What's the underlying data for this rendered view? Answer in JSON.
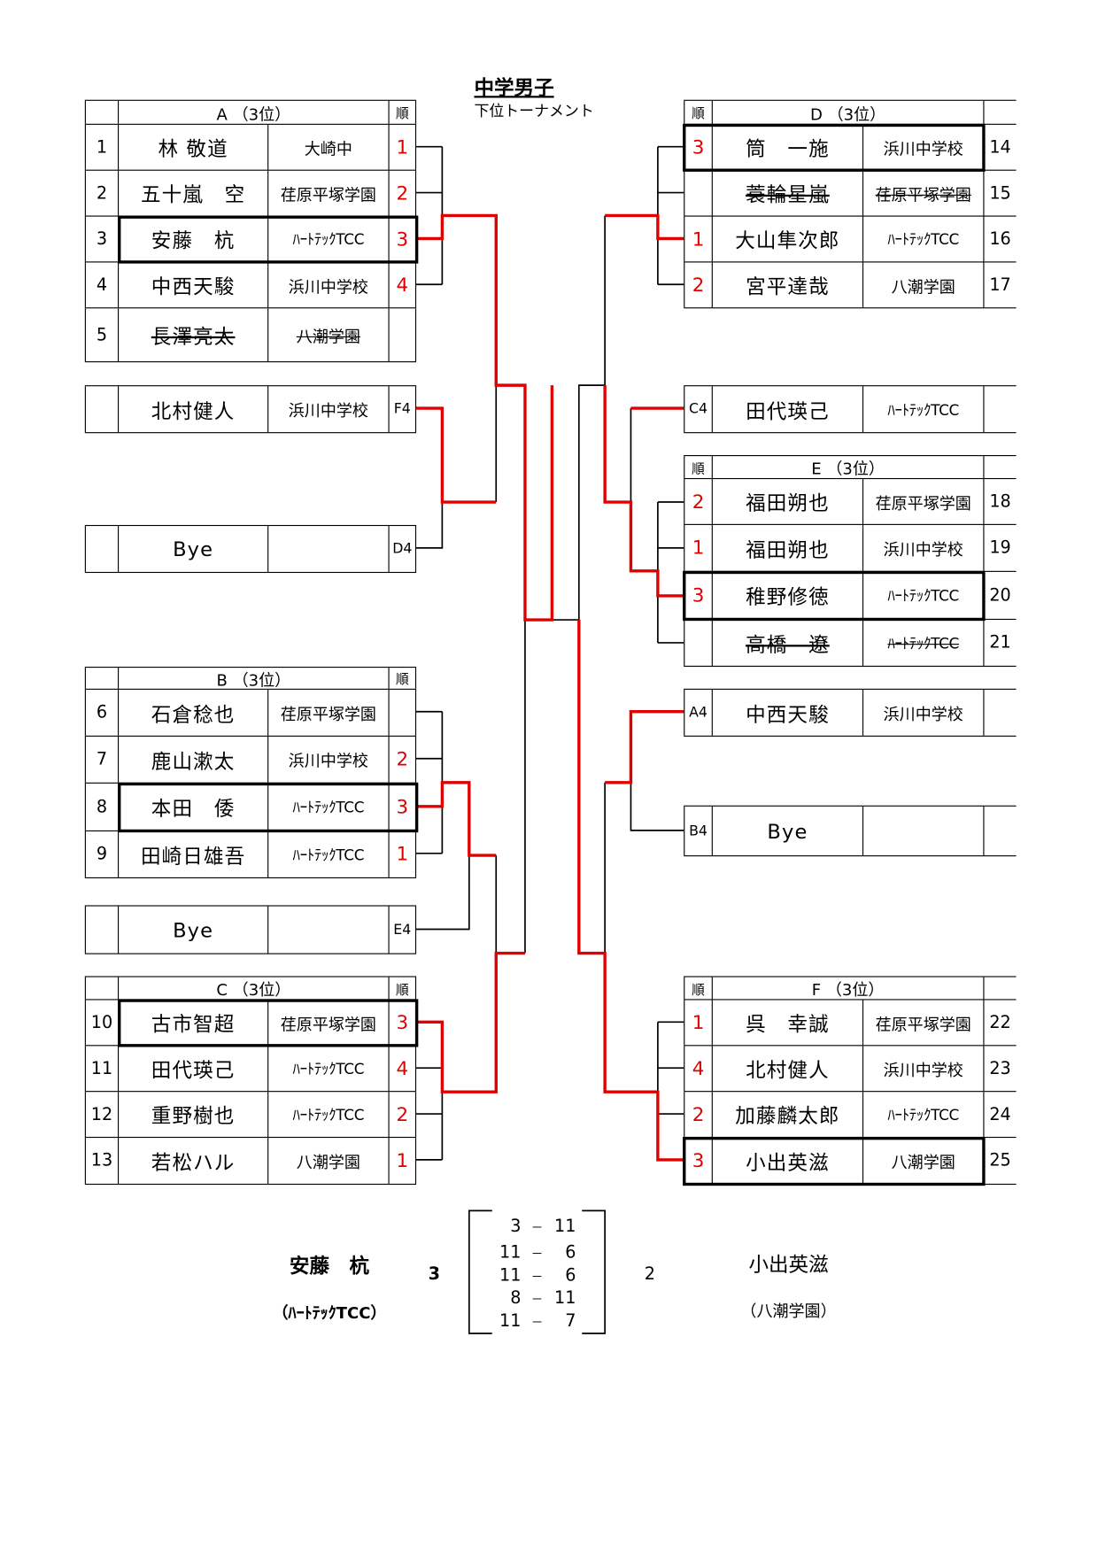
{
  "title": "中学男子",
  "subtitle": "下位トーナメント",
  "rank_header": "順",
  "groups": {
    "A": {
      "label": "A （3位）",
      "rows": [
        {
          "num": "1",
          "name": "林 敬道",
          "club": "大崎中",
          "rank": "1"
        },
        {
          "num": "2",
          "name": "五十嵐　空",
          "club": "荏原平塚学園",
          "rank": "2"
        },
        {
          "num": "3",
          "name": "安藤　杭",
          "club": "ﾊｰﾄﾃｯｸTCC",
          "rank": "3",
          "highlight": true
        },
        {
          "num": "4",
          "name": "中西天駿",
          "club": "浜川中学校",
          "rank": "4"
        },
        {
          "num": "5",
          "name": "長澤亮太",
          "club": "八潮学園",
          "rank": "",
          "struck": true
        }
      ]
    },
    "B": {
      "label": "B （3位）",
      "rows": [
        {
          "num": "6",
          "name": "石倉稔也",
          "club": "荏原平塚学園",
          "rank": ""
        },
        {
          "num": "7",
          "name": "鹿山漱太",
          "club": "浜川中学校",
          "rank": "2"
        },
        {
          "num": "8",
          "name": "本田　倭",
          "club": "ﾊｰﾄﾃｯｸTCC",
          "rank": "3",
          "highlight": true
        },
        {
          "num": "9",
          "name": "田崎日雄吾",
          "club": "ﾊｰﾄﾃｯｸTCC",
          "rank": "1"
        }
      ]
    },
    "C": {
      "label": "C （3位）",
      "rows": [
        {
          "num": "10",
          "name": "古市智超",
          "club": "荏原平塚学園",
          "rank": "3",
          "highlight": true
        },
        {
          "num": "11",
          "name": "田代瑛己",
          "club": "ﾊｰﾄﾃｯｸTCC",
          "rank": "4"
        },
        {
          "num": "12",
          "name": "重野樹也",
          "club": "ﾊｰﾄﾃｯｸTCC",
          "rank": "2"
        },
        {
          "num": "13",
          "name": "若松ハル",
          "club": "八潮学園",
          "rank": "1"
        }
      ]
    },
    "D": {
      "label": "D （3位）",
      "rows": [
        {
          "num": "14",
          "name": "筒　一施",
          "club": "浜川中学校",
          "rank": "3",
          "highlight": true
        },
        {
          "num": "15",
          "name": "蓑輪星嵐",
          "club": "荏原平塚学園",
          "rank": "",
          "struck": true
        },
        {
          "num": "16",
          "name": "大山隼次郎",
          "club": "ﾊｰﾄﾃｯｸTCC",
          "rank": "1"
        },
        {
          "num": "17",
          "name": "宮平達哉",
          "club": "八潮学園",
          "rank": "2"
        }
      ]
    },
    "E": {
      "label": "E （3位）",
      "rows": [
        {
          "num": "18",
          "name": "福田朔也",
          "club": "荏原平塚学園",
          "rank": "2"
        },
        {
          "num": "19",
          "name": "福田朔也",
          "club": "浜川中学校",
          "rank": "1"
        },
        {
          "num": "20",
          "name": "稚野修徳",
          "club": "ﾊｰﾄﾃｯｸTCC",
          "rank": "3",
          "highlight": true
        },
        {
          "num": "21",
          "name": "高橋　遼",
          "club": "ﾊｰﾄﾃｯｸTCC",
          "rank": "",
          "struck": true
        }
      ]
    },
    "F": {
      "label": "F （3位）",
      "rows": [
        {
          "num": "22",
          "name": "呉　幸誠",
          "club": "荏原平塚学園",
          "rank": "1"
        },
        {
          "num": "23",
          "name": "北村健人",
          "club": "浜川中学校",
          "rank": "4"
        },
        {
          "num": "24",
          "name": "加藤麟太郎",
          "club": "ﾊｰﾄﾃｯｸTCC",
          "rank": "2"
        },
        {
          "num": "25",
          "name": "小出英滋",
          "club": "八潮学園",
          "rank": "3",
          "highlight": true
        }
      ]
    }
  },
  "singles": {
    "F4": {
      "code": "F4",
      "name": "北村健人",
      "club": "浜川中学校"
    },
    "D4": {
      "code": "D4",
      "name": "Bye",
      "club": ""
    },
    "E4": {
      "code": "E4",
      "name": "Bye",
      "club": ""
    },
    "C4": {
      "code": "C4",
      "name": "田代瑛己",
      "club": "ﾊｰﾄﾃｯｸTCC"
    },
    "A4": {
      "code": "A4",
      "name": "中西天駿",
      "club": "浜川中学校"
    },
    "B4": {
      "code": "B4",
      "name": "Bye",
      "club": ""
    }
  },
  "final": {
    "left_name": "安藤　杭",
    "left_club": "（ﾊｰﾄﾃｯｸTCC）",
    "left_sets": "3",
    "right_name": "小出英滋",
    "right_club": "（八潮学園）",
    "right_sets": "2",
    "dash": "－",
    "games": [
      [
        "3",
        "11"
      ],
      [
        "11",
        "6"
      ],
      [
        "11",
        "6"
      ],
      [
        "8",
        "11"
      ],
      [
        "11",
        "7"
      ]
    ]
  },
  "colors": {
    "winner_line": "#e00000",
    "rank_text": "#e00000"
  }
}
